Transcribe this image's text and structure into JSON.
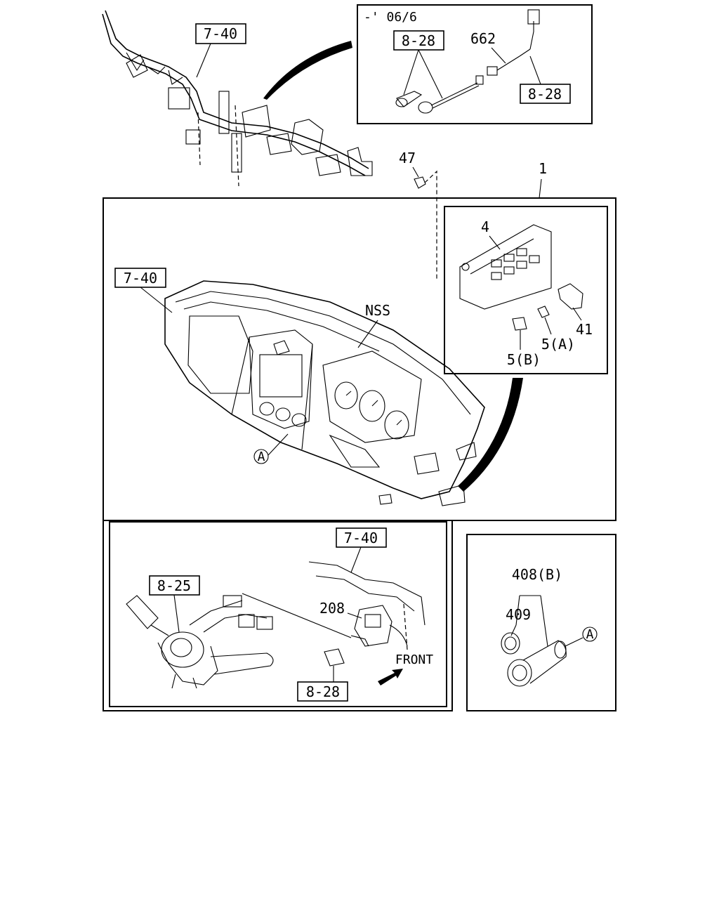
{
  "labels": {
    "top_harness_ref": "7-40",
    "inset_date": "-' 06/6",
    "inset_ref_a": "8-28",
    "inset_ref_b": "8-28",
    "inset_part_662": "662",
    "part_47": "47",
    "part_1": "1",
    "part_4": "4",
    "part_41": "41",
    "part_5a": "5(A)",
    "part_5b": "5(B)",
    "main_harness_ref": "7-40",
    "nss": "NSS",
    "callout_a_main": "A",
    "switch_ref": "8-25",
    "lower_harness_ref": "7-40",
    "part_208": "208",
    "lower_ref_828": "8-28",
    "front": "FRONT",
    "part_408b": "408(B)",
    "part_409": "409",
    "callout_a_right": "A"
  }
}
